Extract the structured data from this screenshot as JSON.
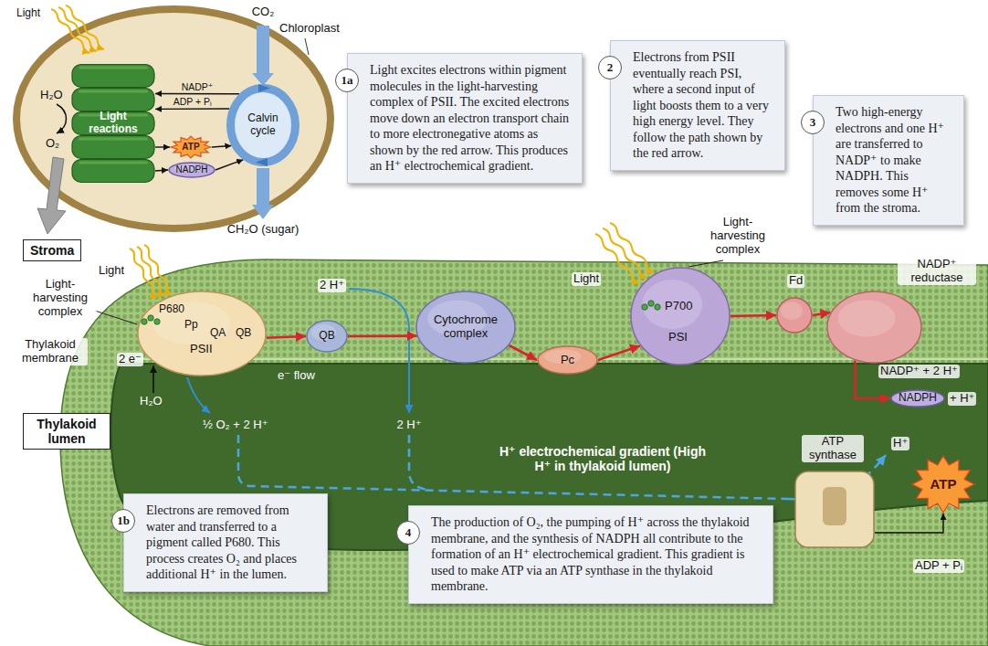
{
  "diagram": {
    "nodes": [
      {
        "text": [
          "Light reactions"
        ]
      },
      {
        "text": [
          "Calvin cycle"
        ]
      },
      {
        "text": [
          "ATP"
        ]
      },
      {
        "text": [
          "NADPH"
        ]
      },
      {
        "text": [
          "1a",
          "Light excites electrons within pigment molecules in the light-harvesting complex of PSII. The excited electrons move down an electron transport chain to more electronegative atoms as shown by the red arrow. This produces an H⁺ electrochemical gradient."
        ]
      },
      {
        "text": [
          "2",
          "Electrons from PSII eventually reach PSI, where a second input of light boosts them to a very high energy level. They follow the path shown by the red arrow."
        ]
      },
      {
        "text": [
          "3",
          "Two high-energy electrons and one H⁺ are transferred to NADP⁺ to make NADPH. This removes some H⁺ from the stroma."
        ]
      },
      {
        "text": [
          "Stroma"
        ]
      },
      {
        "text": [
          "P680",
          "Pp",
          "QA",
          "QB",
          "PSII"
        ]
      },
      {
        "text": [
          "QB"
        ]
      },
      {
        "text": [
          "Cytochrome complex"
        ]
      },
      {
        "text": [
          "Pc"
        ]
      },
      {
        "text": [
          "P700",
          "PSI"
        ]
      },
      {
        "text": [
          "Fd"
        ]
      },
      {
        "text": [
          "NADP⁺ reductase"
        ]
      },
      {
        "text": [
          "NADPH"
        ]
      },
      {
        "text": [
          "Thylakoid lumen"
        ]
      },
      {
        "text": [
          "ATP synthase"
        ]
      },
      {
        "text": [
          "ATP"
        ]
      },
      {
        "text": [
          "1b",
          "Electrons are removed from water and transferred to a pigment called P680. This process creates O₂ and places additional H⁺ in the lumen."
        ]
      },
      {
        "text": [
          "4",
          "The production of O₂, the pumping of H⁺ across the thylakoid membrane, and the synthesis of NADPH all contribute to the formation of an H⁺ electrochemical gradient. This gradient is used to make ATP via an ATP synthase in the thylakoid membrane."
        ]
      }
    ],
    "edges": [
      {
        "from": 0,
        "to": 2,
        "arrow": "to"
      },
      {
        "from": 2,
        "to": 1,
        "arrow": "to"
      },
      {
        "from": 0,
        "to": 3,
        "arrow": "to"
      },
      {
        "from": 3,
        "to": 1,
        "arrow": "to"
      },
      {
        "from": 1,
        "to": 0,
        "label": "NADP⁺",
        "arrow": "to"
      },
      {
        "from": 1,
        "to": 0,
        "label": "ADP + Pᵢ",
        "arrow": "to"
      },
      {
        "from": 8,
        "to": 9,
        "arrow": "to"
      },
      {
        "from": 9,
        "to": 10,
        "arrow": "to"
      },
      {
        "from": 10,
        "to": 11,
        "arrow": "to"
      },
      {
        "from": 11,
        "to": 12,
        "arrow": "to"
      },
      {
        "from": 12,
        "to": 13,
        "arrow": "to"
      },
      {
        "from": 13,
        "to": 14,
        "arrow": "to"
      },
      {
        "from": 14,
        "to": 15,
        "arrow": "to"
      },
      {
        "from": 17,
        "to": 18,
        "arrow": "to"
      }
    ],
    "labels": [
      "Light",
      "CO₂",
      "Chloroplast",
      "H₂O",
      "O₂",
      "CH₂O (sugar)",
      "Light",
      "Light-harvesting complex",
      "Thylakoid membrane",
      "2 e⁻",
      "H₂O",
      "e⁻ flow",
      "½ O₂ + 2 H⁺",
      "2 H⁺",
      "2 H⁺",
      "Light",
      "Light-harvesting complex",
      "NADP⁺ + 2 H⁺",
      "+ H⁺",
      "H⁺ electrochemical gradient (High H⁺ in thylakoid lumen)",
      "H⁺",
      "ADP + Pᵢ"
    ]
  }
}
